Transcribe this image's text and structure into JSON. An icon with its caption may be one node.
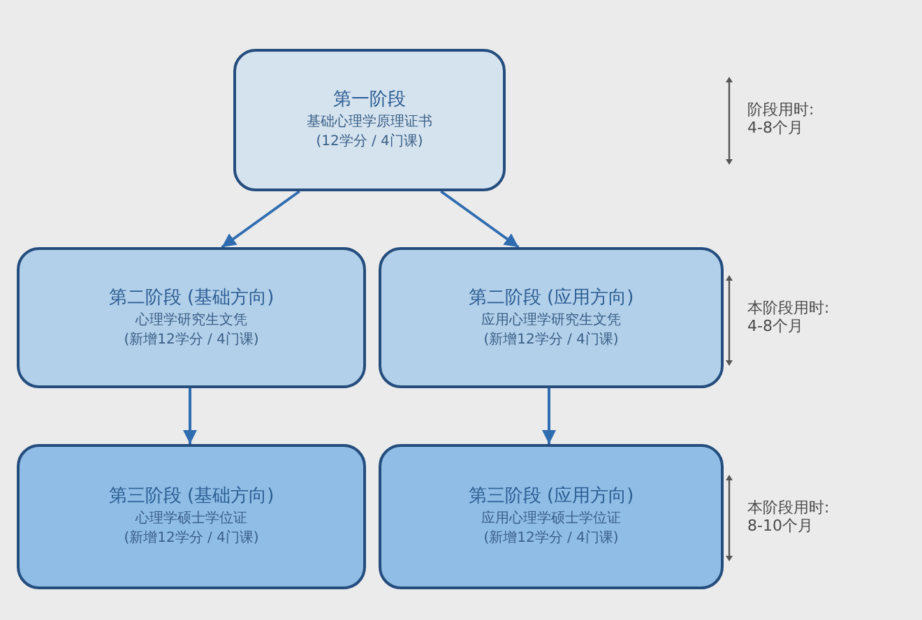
{
  "diagram": {
    "nodes": [
      {
        "text": [
          "第一阶段",
          "基础心理学原理证书",
          "(12学分 / 4门课)"
        ]
      },
      {
        "text": [
          "第二阶段 (基础方向)",
          "心理学研究生文凭",
          "(新增12学分 / 4门课)"
        ]
      },
      {
        "text": [
          "第二阶段 (应用方向)",
          "应用心理学研究生文凭",
          "(新增12学分 / 4门课)"
        ]
      },
      {
        "text": [
          "第三阶段 (基础方向)",
          "心理学硕士学位证",
          "(新增12学分 / 4门课)"
        ]
      },
      {
        "text": [
          "第三阶段 (应用方向)",
          "应用心理学硕士学位证",
          "(新增12学分 / 4门课)"
        ]
      }
    ],
    "edges": [
      {
        "from": 0,
        "to": 1,
        "arrow": "to"
      },
      {
        "from": 0,
        "to": 2,
        "arrow": "to"
      },
      {
        "from": 1,
        "to": 3,
        "arrow": "to"
      },
      {
        "from": 2,
        "to": 4,
        "arrow": "to"
      }
    ],
    "labels": [
      "阶段用时:",
      "4-8个月",
      "本阶段用时:",
      "4-8个月",
      "本阶段用时:",
      "8-10个月"
    ]
  }
}
